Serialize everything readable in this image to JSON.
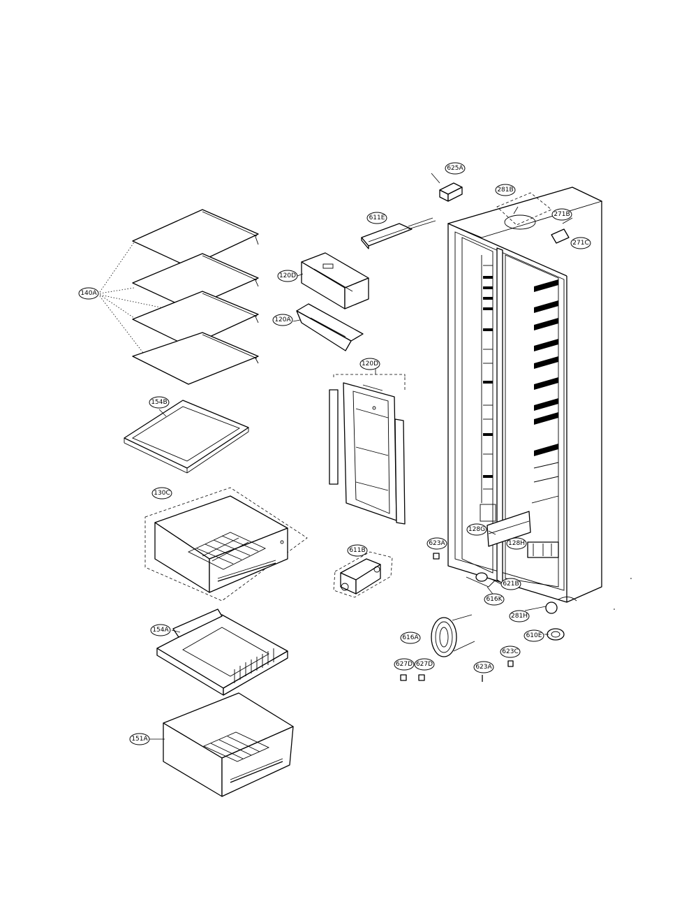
{
  "diagram": {
    "callouts": [
      {
        "key": "c625A",
        "label": "625A"
      },
      {
        "key": "c281B",
        "label": "281B"
      },
      {
        "key": "c611E",
        "label": "611E"
      },
      {
        "key": "c271B",
        "label": "271B"
      },
      {
        "key": "c271C",
        "label": "271C"
      },
      {
        "key": "c140A",
        "label": "140A"
      },
      {
        "key": "c120D",
        "label": "120D"
      },
      {
        "key": "c120A",
        "label": "120A"
      },
      {
        "key": "c120D2",
        "label": "120D"
      },
      {
        "key": "c154B",
        "label": "154B"
      },
      {
        "key": "c130C",
        "label": "130C"
      },
      {
        "key": "c623A",
        "label": "623A"
      },
      {
        "key": "c128G",
        "label": "128G"
      },
      {
        "key": "c128H",
        "label": "128H"
      },
      {
        "key": "c611B",
        "label": "611B"
      },
      {
        "key": "c621B",
        "label": "621B"
      },
      {
        "key": "c616K",
        "label": "616K"
      },
      {
        "key": "c281H",
        "label": "281H"
      },
      {
        "key": "c154A",
        "label": "154A"
      },
      {
        "key": "c616A",
        "label": "616A"
      },
      {
        "key": "c610E",
        "label": "610E"
      },
      {
        "key": "c623C",
        "label": "623C"
      },
      {
        "key": "c627D",
        "label": "627D"
      },
      {
        "key": "c627D2",
        "label": "627D"
      },
      {
        "key": "c623A2",
        "label": "623A"
      },
      {
        "key": "c151A",
        "label": "151A"
      }
    ]
  }
}
